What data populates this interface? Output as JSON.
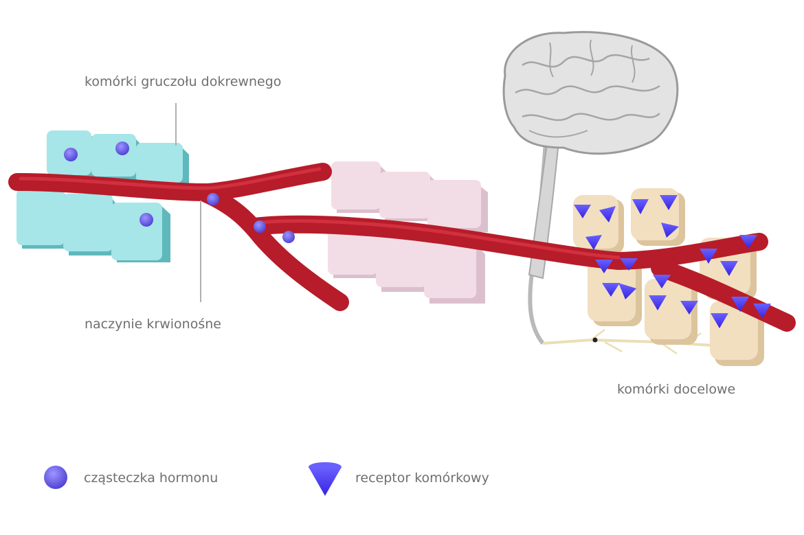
{
  "labels": {
    "gland_cells": "komórki gruczołu dokrewnego",
    "blood_vessel": "naczynie krwionośne",
    "target_cells": "komórki docelowe"
  },
  "legend": {
    "hormone": "cząsteczka hormonu",
    "receptor": "receptor komórkowy"
  },
  "colors": {
    "vessel": "#b71c2a",
    "vessel_highlight": "#d2303e",
    "gland_cell": "#a6e6e8",
    "gland_cell_side": "#5fb8bc",
    "middle_cell": "#f2dde6",
    "middle_cell_side": "#dcbfcd",
    "target_cell": "#f2dfc0",
    "target_cell_side": "#dcc49c",
    "hormone": "#6a5fe0",
    "receptor": "#4a3cf0",
    "brain": "#e3e3e3",
    "label_text": "#6f6f6f"
  },
  "icons": {
    "hormone": "purple-circle",
    "receptor": "blue-cone"
  }
}
